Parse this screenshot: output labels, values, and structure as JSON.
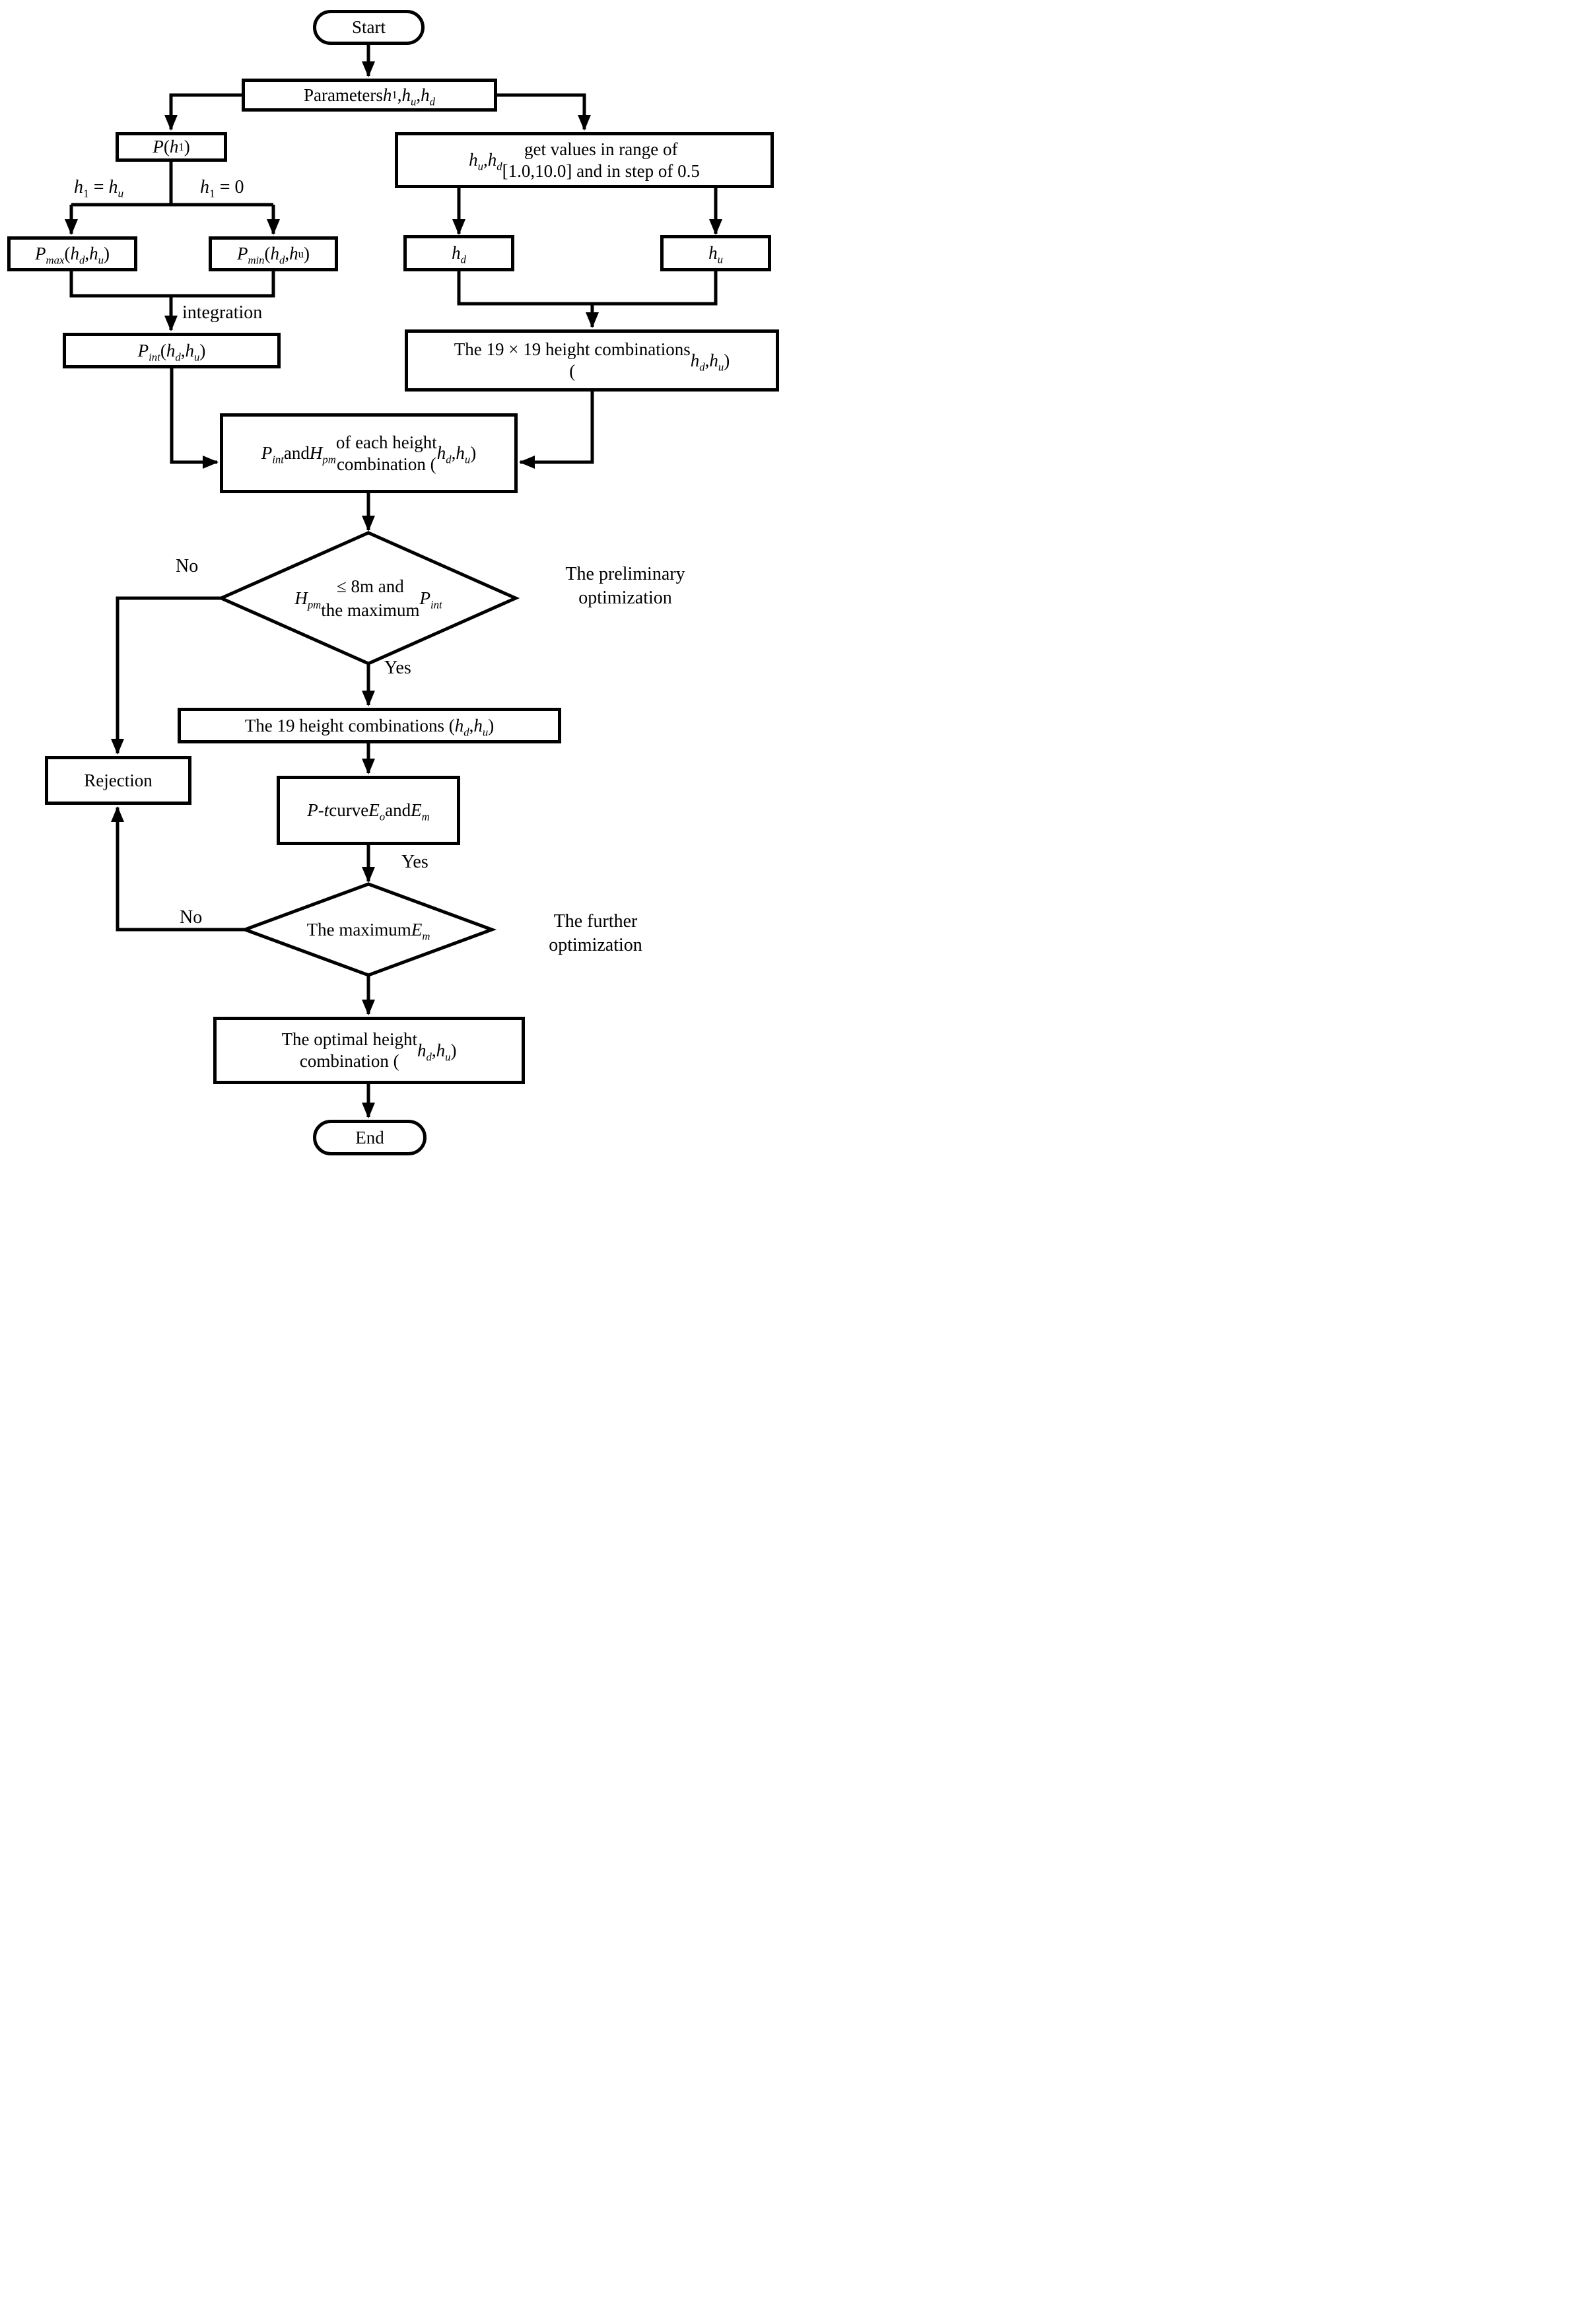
{
  "nodes": {
    "start": {
      "label": "Start"
    },
    "parameters": {
      "label": "Parameters <i>h</i><sub>1</sub>, <i>h<sub>u</sub></i>, <i>h<sub>d</sub></i>"
    },
    "p_h1": {
      "label": "<i>P</i>(<i>h</i><sub>1</sub>)"
    },
    "range_box": {
      "label": "<i>h<sub>u</sub></i>, <i>h<sub>d</sub></i> get values in range of<br>[1.0,10.0] and in step of 0.5"
    },
    "p_max": {
      "label": "<i>P<sub>max</sub></i>(<i>h<sub>d</sub></i>, <i>h<sub>u</sub></i>)"
    },
    "p_min": {
      "label": "<i>P<sub>min</sub></i>(<i>h<sub>d</sub></i>, <i>h</i><sub>u</sub>)"
    },
    "h_d": {
      "label": "<i>h<sub>d</sub></i>"
    },
    "h_u": {
      "label": "<i>h<sub>u</sub></i>"
    },
    "p_int": {
      "label": "<i>P<sub>int</sub></i>(<i>h<sub>d</sub></i>, <i>h<sub>u</sub></i>)"
    },
    "combos_19x19": {
      "label": "The 19 × 19 height combinations<br>(<i>h<sub>d</sub></i>, <i>h<sub>u</sub></i>)"
    },
    "each_combo": {
      "label": "<i>P<sub>int</sub></i> and <i>H<sub>pm</sub></i> of each height<br>combination (<i>h<sub>d</sub></i>, <i>h<sub>u</sub></i>)"
    },
    "decision1": {
      "label": "<i>H<sub>pm</sub></i> ≤ 8m and<br>the maximum <i>P<sub>int</sub></i>"
    },
    "combos_19": {
      "label": "The 19 height combinations (<i>h<sub>d</sub></i>, <i>h<sub>u</sub></i>)"
    },
    "rejection": {
      "label": "Rejection"
    },
    "pt_curve": {
      "label": "<i>P</i>-<i>t</i> curve<br><i>E<sub>o</sub></i> and <i>E<sub>m</sub></i>"
    },
    "decision2": {
      "label": "The maximum <i>E<sub>m</sub></i>"
    },
    "optimal": {
      "label": "The optimal height<br>combination (<i>h<sub>d</sub></i>, <i>h<sub>u</sub></i>)"
    },
    "end": {
      "label": "End"
    }
  },
  "edge_labels": {
    "h1_eq_hu": "<i>h</i><sub>1</sub> = <i>h<sub>u</sub></i>",
    "h1_eq_0": "<i>h</i><sub>1</sub> = 0",
    "integration": "integration",
    "no1": "No",
    "yes1": "Yes",
    "yes2": "Yes",
    "no2": "No"
  },
  "annotations": {
    "preliminary": "The preliminary<br>optimization",
    "further": "The further<br>optimization"
  },
  "colors": {
    "line": "#000000",
    "background": "#ffffff"
  }
}
